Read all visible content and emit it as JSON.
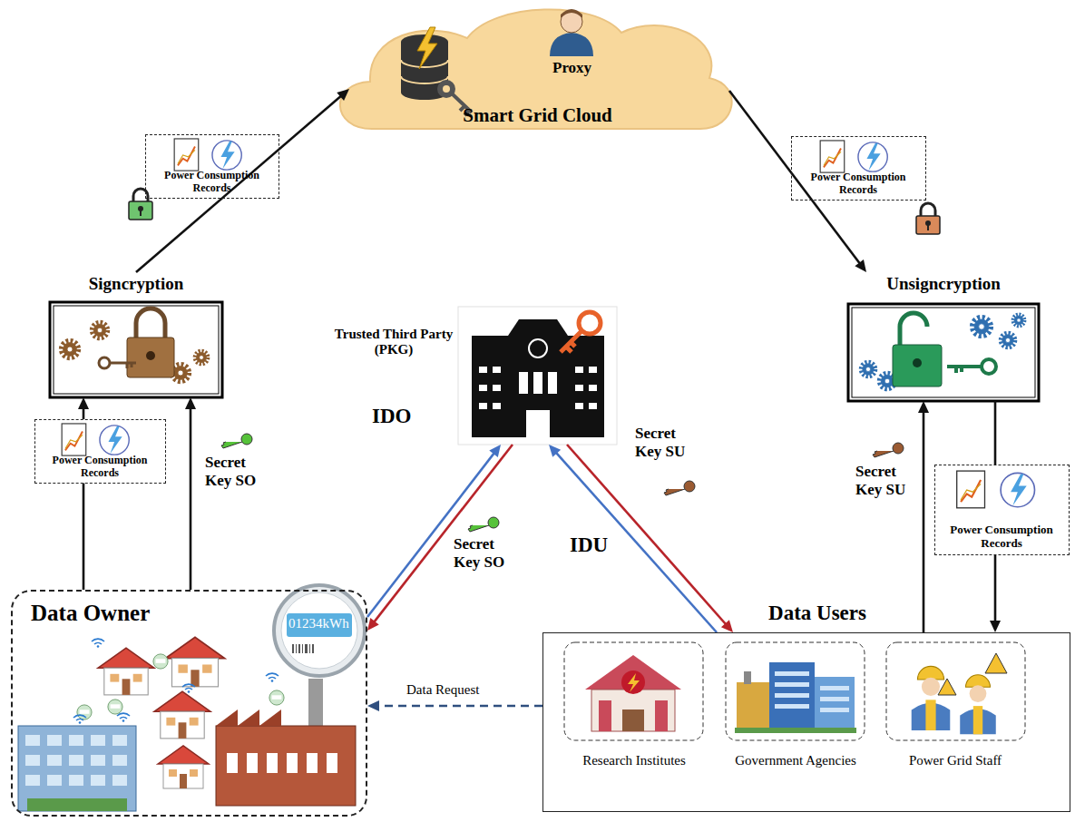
{
  "diagram": {
    "nodes": [
      {
        "text": [
          "Proxy",
          "Smart Grid Cloud"
        ]
      },
      {
        "text": [
          "Power Consumption Records"
        ]
      },
      {
        "text": [
          "Power Consumption Records"
        ]
      },
      {
        "text": [
          "Signcryption"
        ]
      },
      {
        "text": [
          "Trusted Third Party (PKG)"
        ]
      },
      {
        "text": [
          "Unsigncryption"
        ]
      },
      {
        "text": [
          "Power Consumption Records"
        ]
      },
      {
        "text": [
          "Power Consumption Records"
        ]
      },
      {
        "text": [
          "Data Owner"
        ]
      },
      {
        "text": [
          "Data Users"
        ]
      },
      {
        "text": [
          "Research Institutes"
        ],
        "in": 9
      },
      {
        "text": [
          "Government Agencies"
        ],
        "in": 9
      },
      {
        "text": [
          "Power Grid Staff"
        ],
        "in": 9
      }
    ],
    "edges": [
      {
        "from": 3,
        "to": 0,
        "arrow": "to"
      },
      {
        "from": 0,
        "to": 5,
        "arrow": "to"
      },
      {
        "from": 8,
        "to": 6,
        "arrow": "none"
      },
      {
        "from": 6,
        "to": 3,
        "arrow": "to"
      },
      {
        "from": 8,
        "to": 3,
        "arrow": "to",
        "label": "Secret Key SO"
      },
      {
        "from": 8,
        "to": 4,
        "arrow": "to",
        "label": "IDO"
      },
      {
        "from": 4,
        "to": 8,
        "arrow": "to",
        "label": "Secret Key SO"
      },
      {
        "from": 9,
        "to": 4,
        "arrow": "to",
        "label": "IDU"
      },
      {
        "from": 4,
        "to": 9,
        "arrow": "to",
        "label": "Secret Key SU"
      },
      {
        "from": 9,
        "to": 5,
        "arrow": "to",
        "label": "Secret Key SU"
      },
      {
        "from": 5,
        "to": 7,
        "arrow": "none"
      },
      {
        "from": 7,
        "to": 9,
        "arrow": "to"
      },
      {
        "from": 9,
        "to": 8,
        "arrow": "to",
        "label": "Data Request"
      }
    ],
    "labels": [
      "01234kWh"
    ]
  }
}
